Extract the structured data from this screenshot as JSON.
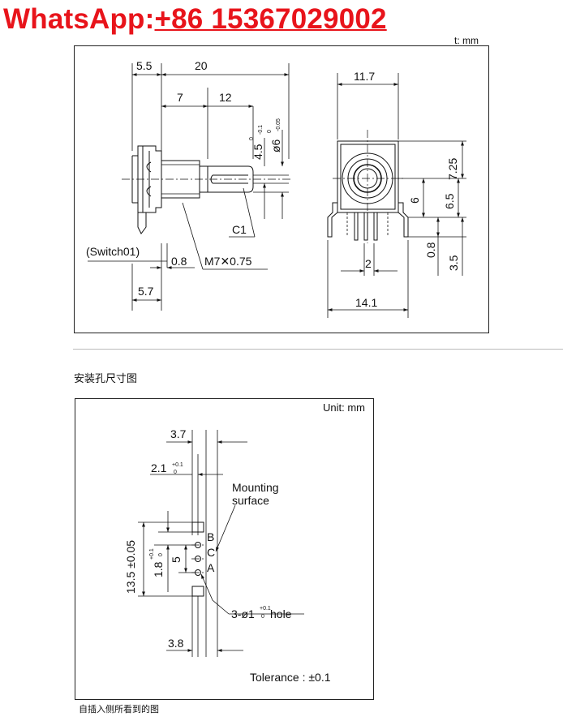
{
  "watermark": {
    "prefix": "WhatsApp:",
    "number": "+86 15367029002"
  },
  "top_drawing": {
    "unit_label": "t: mm",
    "dims": {
      "d55": "5.5",
      "d20": "20",
      "d7": "7",
      "d12": "12",
      "d45": "4.5",
      "d45_tol_up": "0",
      "d45_tol_dn": "-0.1",
      "d6dia": "ø6",
      "d6dia_tol_up": "0",
      "d6dia_tol_dn": "-0.05",
      "c1": "C1",
      "switch": "(Switch01)",
      "d08": "0.8",
      "thread": "M7✕0.75",
      "d57": "5.7",
      "d117": "11.7",
      "d725": "7.25",
      "d6": "6",
      "d65": "6.5",
      "d08b": "0.8",
      "d35": "3.5",
      "d2": "2",
      "d141": "14.1"
    }
  },
  "section_title": "安装孔尺寸图",
  "bottom_drawing": {
    "unit_label": "Unit: mm",
    "dims": {
      "d37": "3.7",
      "d21": "2.1",
      "d21_tol_up": "+0.1",
      "d21_tol_dn": "0",
      "mounting_1": "Mounting",
      "mounting_2": "surface",
      "d135": "13.5 ±0.05",
      "d18": "1.8",
      "d18_tol_up": "+0.1",
      "d18_tol_dn": "0",
      "d5": "5",
      "pin_b": "B",
      "pin_c": "C",
      "pin_a": "A",
      "hole": "3-ø1",
      "hole_tol_up": "+0.1",
      "hole_tol_dn": "0",
      "hole_suffix": " hole",
      "d38": "3.8",
      "tolerance": "Tolerance : ±0.1"
    }
  },
  "footnote": "自插入侧所看到的图"
}
